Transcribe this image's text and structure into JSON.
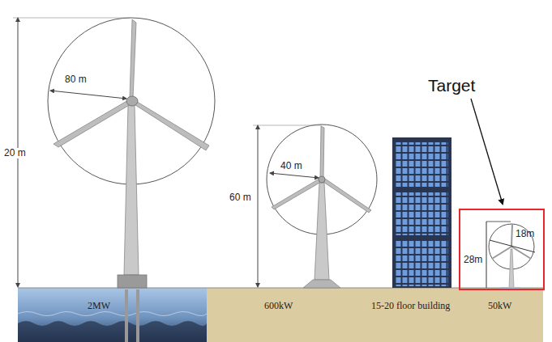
{
  "diagram": {
    "nodes": [
      {
        "text": [
          "18m",
          "28m"
        ]
      }
    ],
    "labels": [
      "20 m",
      "80 m",
      "60 m",
      "40 m",
      "Target",
      "2MW",
      "600kW",
      "15-20 floor building",
      "50kW"
    ]
  }
}
